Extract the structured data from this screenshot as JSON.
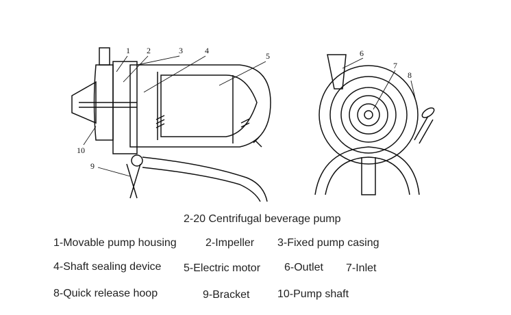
{
  "figure": {
    "caption": "2-20 Centrifugal beverage pump",
    "callouts": [
      "1",
      "2",
      "3",
      "4",
      "5",
      "6",
      "7",
      "8",
      "9",
      "10"
    ],
    "legend": [
      "1-Movable pump housing",
      "2-Impeller",
      "3-Fixed pump casing",
      "4-Shaft sealing device",
      "5-Electric motor",
      "6-Outlet",
      "7-Inlet",
      "8-Quick release hoop",
      "9-Bracket",
      "10-Pump shaft"
    ]
  }
}
